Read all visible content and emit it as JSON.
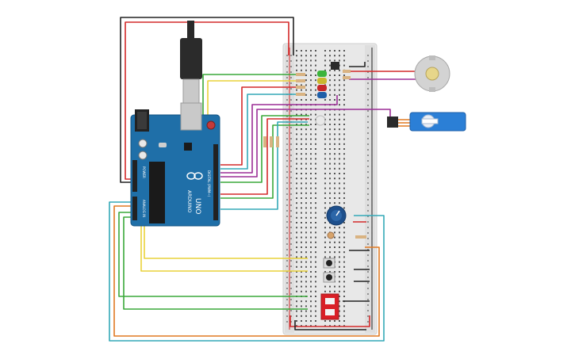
{
  "board": {
    "brand": "ARDUINO",
    "model": "UNO",
    "section_digital": "DIGITAL (PWM~)",
    "section_power": "POWER",
    "section_analog": "ANALOG IN"
  },
  "colors": {
    "board": "#1f6fa8",
    "breadboard": "#e8e8e8",
    "wire_red": "#d42a2a",
    "wire_black": "#222222",
    "wire_green": "#3aa83a",
    "wire_yellow": "#e9d23a",
    "wire_cyan": "#33a9b7",
    "wire_purple": "#9b2d96",
    "wire_orange": "#e07a22",
    "servo": "#2b7fd6",
    "dip_switch": "#d91f26",
    "potentiometer": "#1d4f8c"
  },
  "icons": [
    "usb-plug-icon",
    "dc-jack-icon",
    "motor-icon",
    "servo-icon",
    "potentiometer-icon",
    "photoresistor-icon",
    "pushbutton-icon",
    "dip-switch-icon",
    "transistor-icon",
    "led-icon",
    "resistor-icon"
  ],
  "components": {
    "leds": [
      {
        "name": "led-green",
        "color": "#3cb43c"
      },
      {
        "name": "led-yellow",
        "color": "#c9b82e"
      },
      {
        "name": "led-red",
        "color": "#c62828"
      },
      {
        "name": "led-blue",
        "color": "#1f5fa8"
      }
    ]
  }
}
